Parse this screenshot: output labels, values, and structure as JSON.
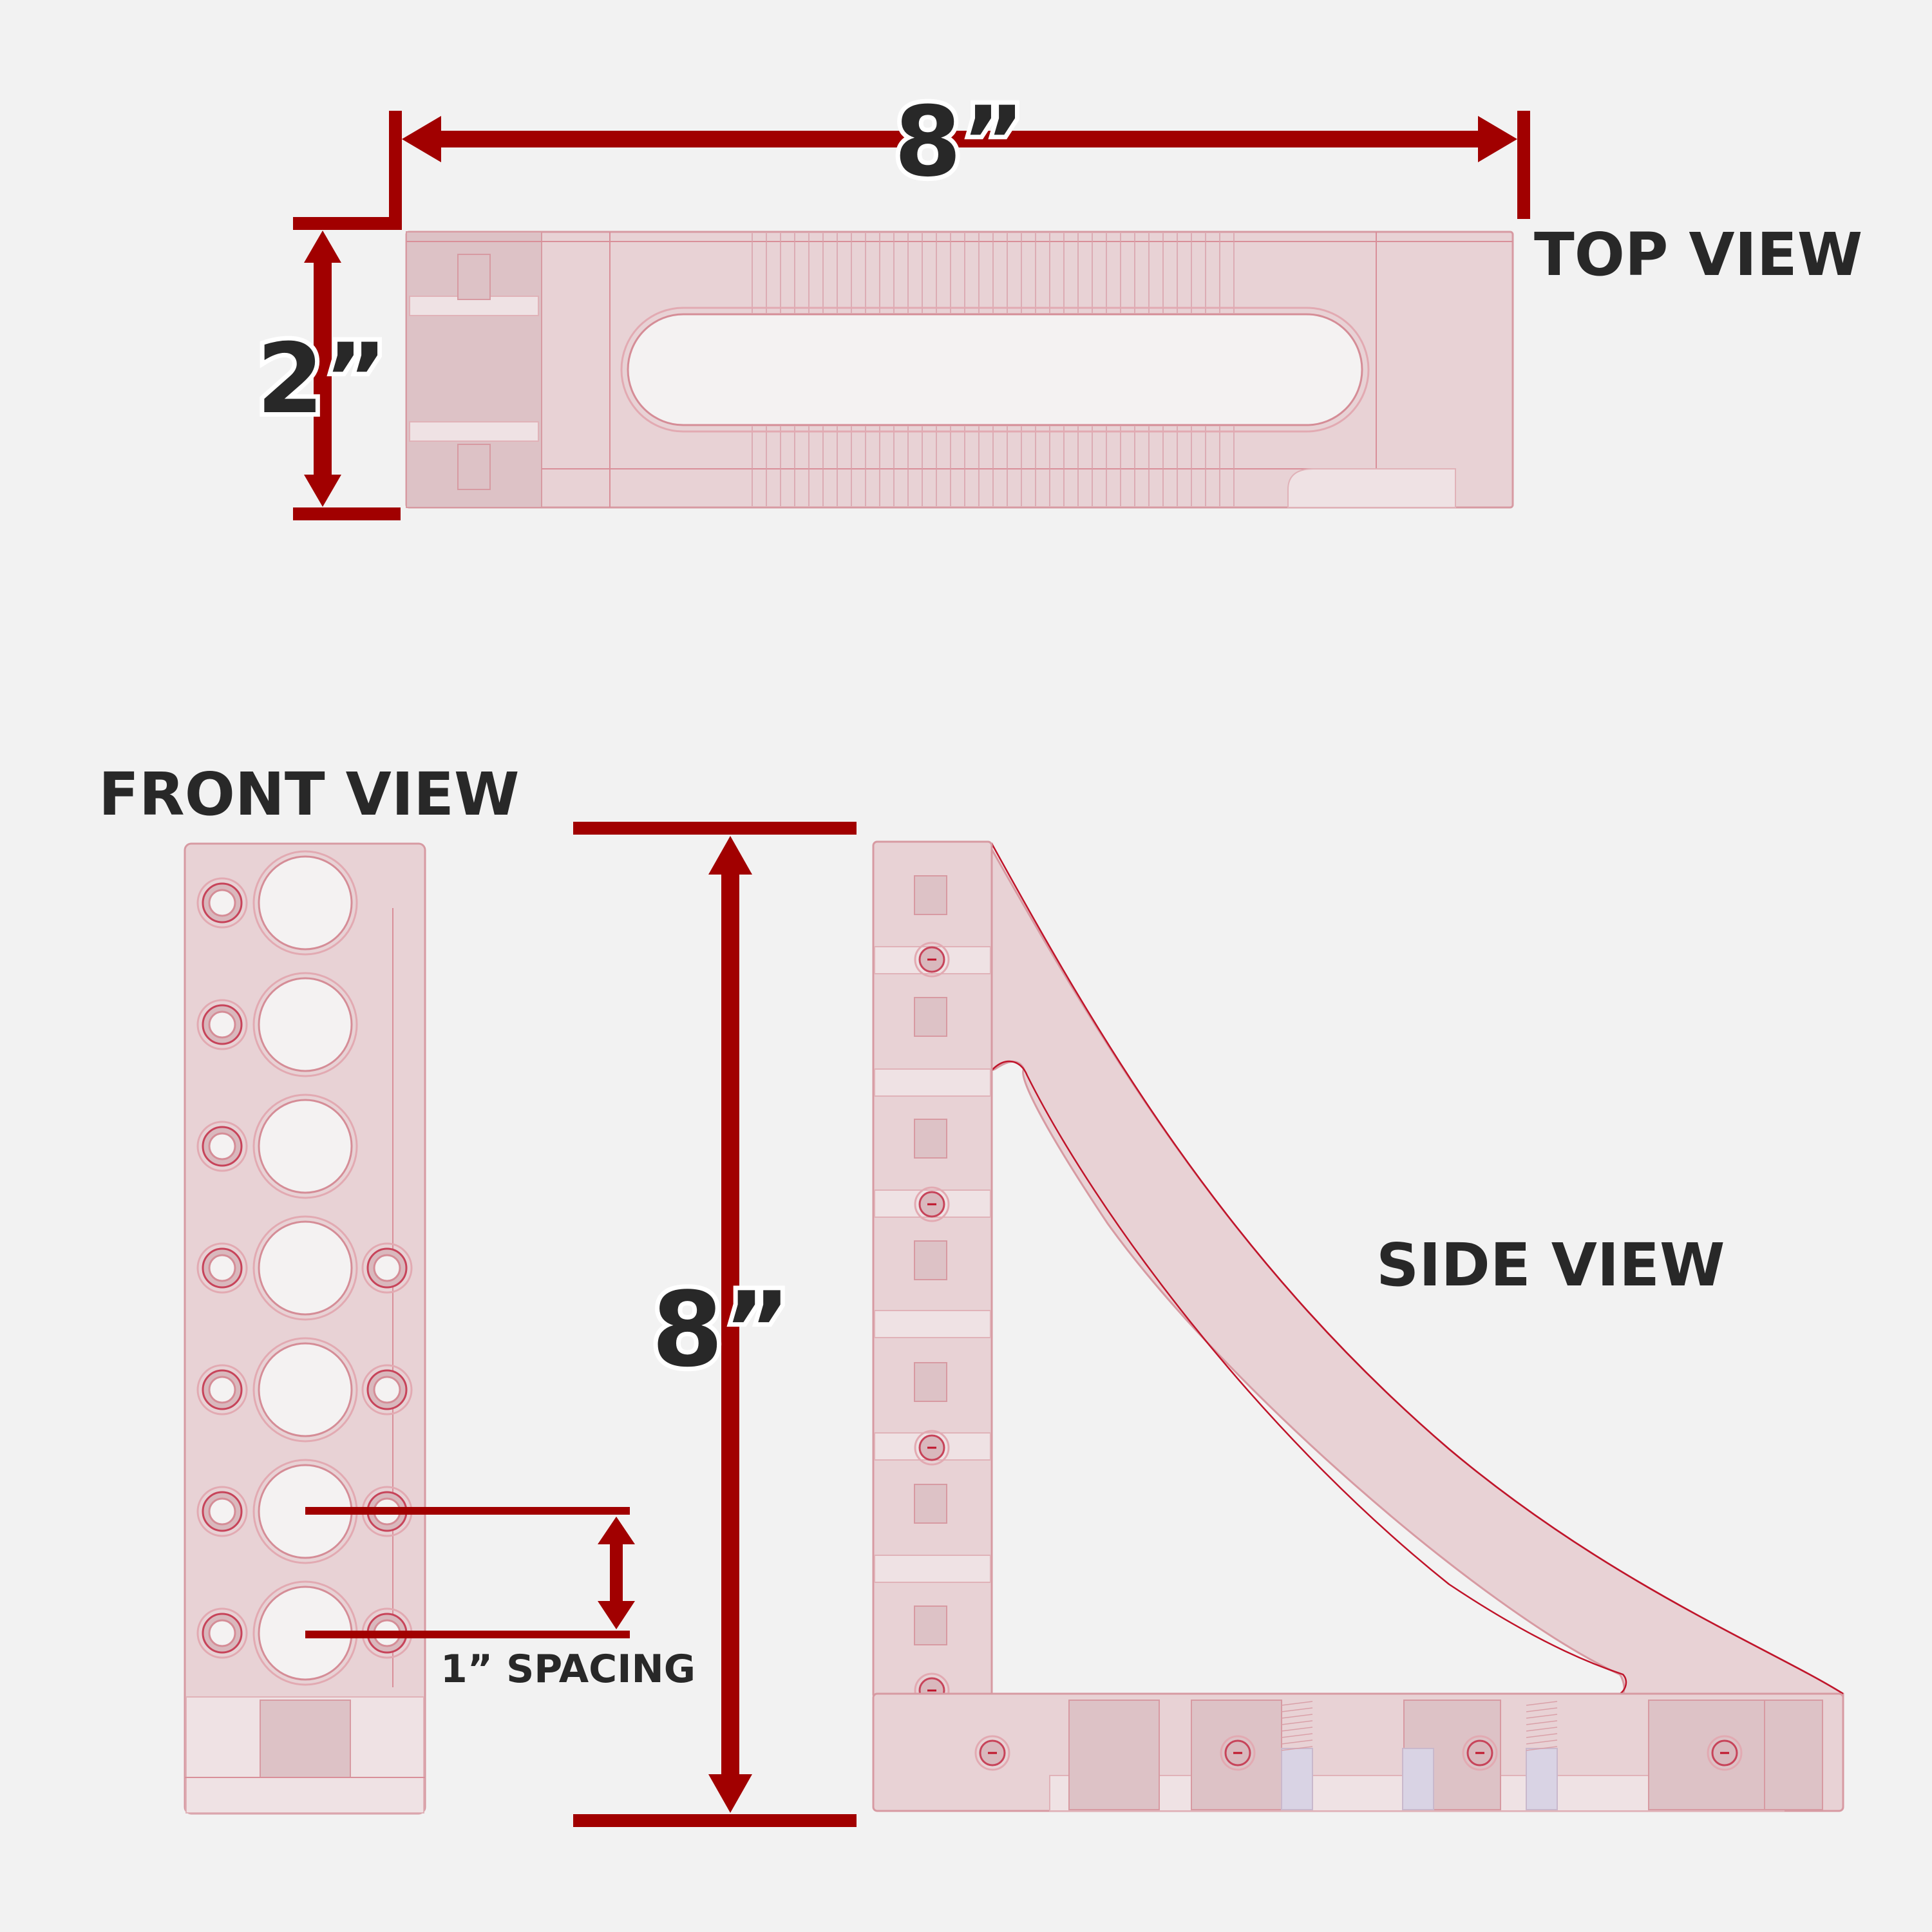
{
  "labels": {
    "top_view": "TOP VIEW",
    "front_view": "FRONT VIEW",
    "side_view": "SIDE VIEW",
    "spacing": "1” SPACING"
  },
  "dimensions": {
    "top_length": "8”",
    "top_width": "2”",
    "height": "8”"
  },
  "front_view": {
    "large_hole_count": 7,
    "left_small_hole_count": 7,
    "right_small_hole_count": 4
  },
  "side_view": {
    "vertical_screw_count": 4,
    "base_screw_count": 4
  },
  "colors": {
    "background": "#f2f2f2",
    "dimension_red": "#a10000",
    "label_text": "#282828",
    "part_fill": "#e8d2d5",
    "part_edge": "#d79aa2"
  }
}
